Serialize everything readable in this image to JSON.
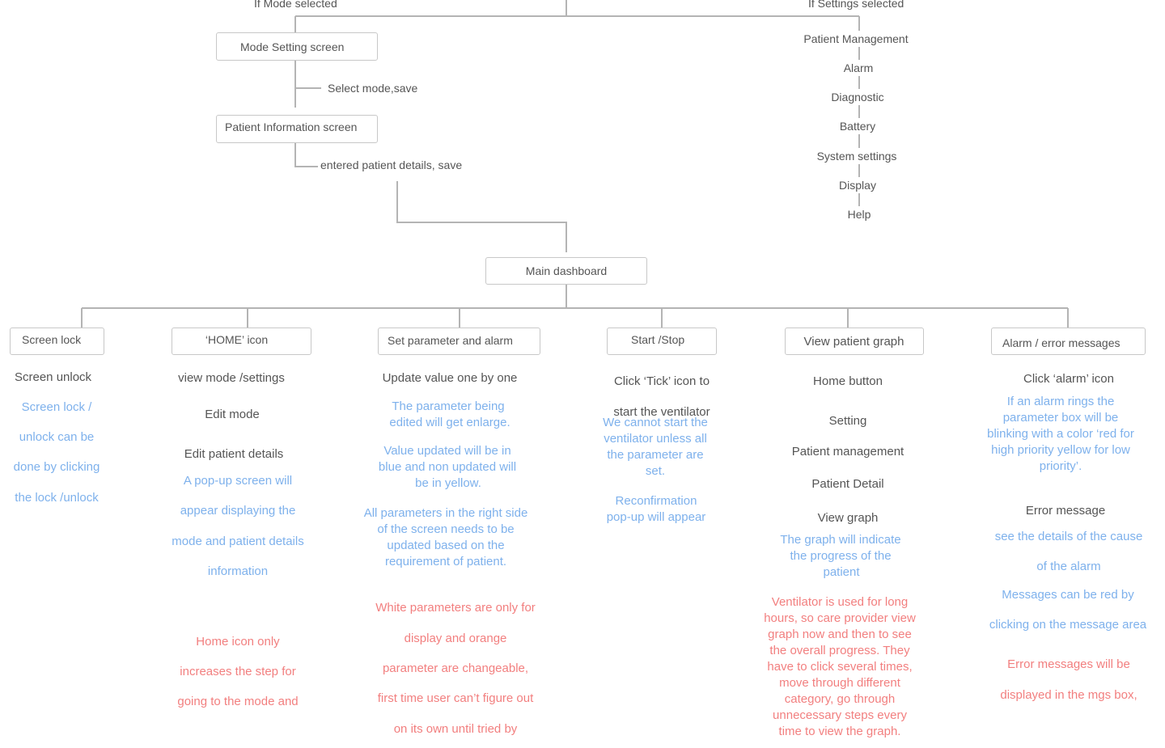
{
  "branch_labels": {
    "mode": "If Mode selected",
    "settings": "If Settings selected"
  },
  "nodes": {
    "mode_setting": "Mode Setting screen",
    "patient_info": "Patient Information screen",
    "main_dashboard": "Main dashboard",
    "screen_lock": "Screen lock",
    "home_icon": "‘HOME’ icon",
    "set_param": "Set parameter and alarm",
    "start_stop": "Start /Stop",
    "view_graph": "View patient graph",
    "alarm_messages": "Alarm / error messages"
  },
  "edges": {
    "select_mode": "Select mode,save",
    "entered_details": "entered patient details,  save"
  },
  "settings_items": [
    "Patient Management",
    "Alarm",
    "Diagnostic",
    "Battery",
    "System settings",
    "Display",
    "Help"
  ],
  "screen_lock_col": {
    "main": "Screen unlock",
    "notes": [
      "Screen lock /",
      "unlock can be",
      "done by clicking",
      "the lock /unlock"
    ]
  },
  "home_col": {
    "items": [
      "view mode /settings",
      "Edit mode",
      "Edit patient details"
    ],
    "notes": [
      "A pop-up screen will",
      "appear displaying the",
      "mode and patient details",
      "information"
    ],
    "issues": [
      "Home icon only",
      "increases the step for",
      "going to the mode and"
    ]
  },
  "set_param_col": {
    "main": "Update value one by one",
    "note1": [
      "The parameter being",
      "edited will get enlarge."
    ],
    "note2": [
      "Value updated will be in",
      "blue and non updated will",
      "be in yellow."
    ],
    "note3": [
      "All parameters in the right side",
      "of the screen needs to be",
      "updated based on the",
      "requirement of patient."
    ],
    "issues": [
      "White parameters are only for",
      "display and orange",
      "parameter are changeable,",
      "first time user can’t figure out",
      "on its own until tried by"
    ]
  },
  "start_stop_col": {
    "main": [
      "Click ‘Tick’ icon to",
      "start the ventilator"
    ],
    "note1": [
      "We cannot start the",
      "ventilator unless all",
      "the parameter are",
      "set."
    ],
    "note2": [
      "Reconfirmation",
      "pop-up will appear"
    ]
  },
  "graph_col": {
    "items": [
      "Home button",
      "Setting",
      "Patient management",
      "Patient Detail",
      "View graph"
    ],
    "note": [
      "The graph will indicate",
      "the progress of the",
      "patient"
    ],
    "issues": [
      "Ventilator is used for long",
      "hours, so care provider view",
      "graph now and then to see",
      "the overall progress. They",
      "have to click several times,",
      "move through different",
      "category, go through",
      "unnecessary steps every",
      "time to view the graph."
    ]
  },
  "alarm_col": {
    "main": "Click ‘alarm’ icon",
    "note1": [
      "If an alarm rings the",
      "parameter box will be",
      "blinking with a color ‘red for",
      "high priority yellow for low",
      "priority’."
    ],
    "error_title": "Error message",
    "note2": [
      "see the details of the cause",
      "of the alarm",
      "Messages can be red by",
      "clicking on the message area"
    ],
    "issues": [
      "Error messages will be",
      "displayed in the mgs box,"
    ]
  },
  "colors": {
    "line": "#b4b4b4",
    "box_border": "#c8c8c8",
    "text": "#555555",
    "note_blue": "#7eb1ec",
    "issue_red": "#f27f7f"
  }
}
